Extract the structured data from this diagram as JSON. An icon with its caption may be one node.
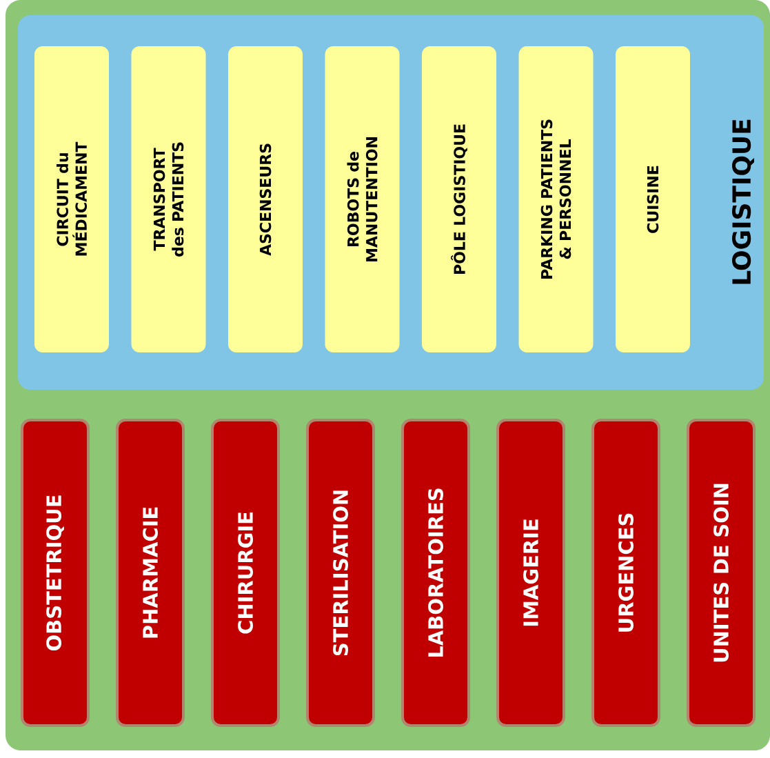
{
  "diagram": {
    "nodes": [
      {
        "text": [],
        "shape": "box"
      },
      {
        "text": [
          "LOGISTIQUE"
        ],
        "in": 0
      },
      {
        "text": [
          "CIRCUIT du MÉDICAMENT"
        ],
        "in": 1
      },
      {
        "text": [
          "TRANSPORT des PATIENTS"
        ],
        "in": 1
      },
      {
        "text": [
          "ASCENSEURS"
        ],
        "in": 1
      },
      {
        "text": [
          "ROBOTS de MANUTENTION"
        ],
        "in": 1
      },
      {
        "text": [
          "PÔLE LOGISTIQUE"
        ],
        "in": 1
      },
      {
        "text": [
          "PARKING PATIENTS & PERSONNEL"
        ],
        "in": 1
      },
      {
        "text": [
          "CUISINE"
        ],
        "in": 1
      },
      {
        "text": [
          "OBSTETRIQUE"
        ],
        "in": 0
      },
      {
        "text": [
          "PHARMACIE"
        ],
        "in": 0
      },
      {
        "text": [
          "CHIRURGIE"
        ],
        "in": 0
      },
      {
        "text": [
          "STERILISATION"
        ],
        "in": 0
      },
      {
        "text": [
          "LABORATOIRES"
        ],
        "in": 0
      },
      {
        "text": [
          "IMAGERIE"
        ],
        "in": 0
      },
      {
        "text": [
          "URGENCES"
        ],
        "in": 0
      },
      {
        "text": [
          "UNITES DE SOIN"
        ],
        "in": 0
      }
    ]
  }
}
